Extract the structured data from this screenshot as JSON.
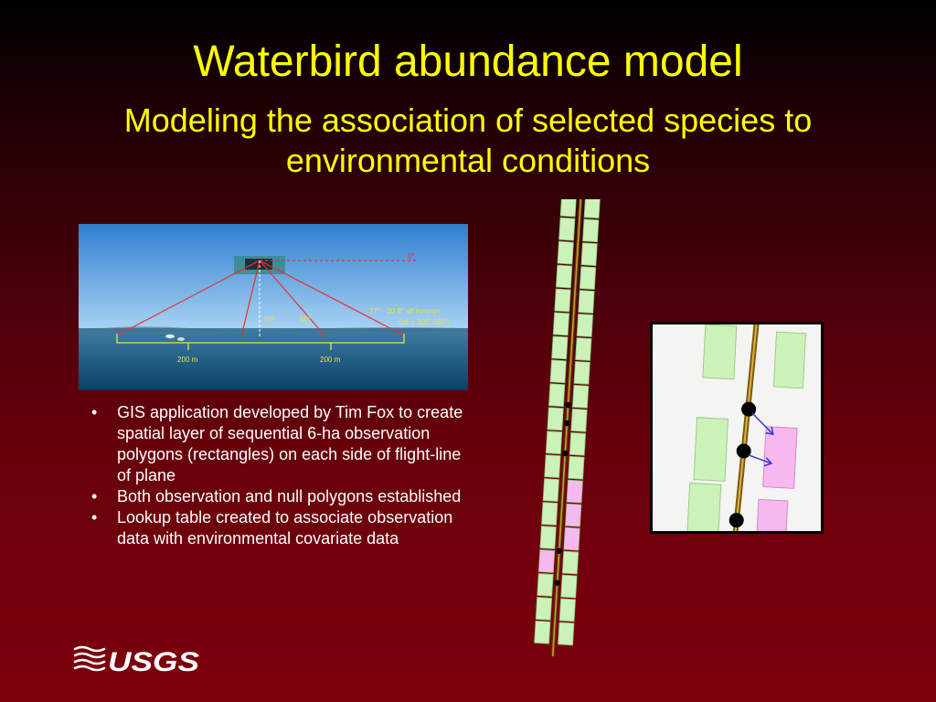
{
  "slide": {
    "title": "Waterbird abundance model",
    "subtitle": "Modeling the association of selected species to environmental conditions",
    "bullets": [
      "GIS application developed by Tim Fox to create spatial layer of sequential 6-ha observation polygons (rectangles) on each side of flight-line of plane",
      "Both observation and null polygons established",
      "Lookup table created to associate observation data with environmental covariate data"
    ]
  },
  "photo": {
    "label_0": "0°",
    "label_90": "90°",
    "label_60": "60°",
    "label_horizon_1": "17° - 20.9°  off horizon",
    "label_horizon_2": "(alt = 200'-250')",
    "label_left_dist": "200 m",
    "label_right_dist": "200 m"
  },
  "logo": {
    "text": "USGS"
  },
  "colors": {
    "title": "#ffff00",
    "observation_polygon": "#cbf3b8",
    "null_polygon": "#f7b8f0",
    "flight_line": "#c79a2a"
  },
  "icons": [
    "usgs-wave-icon"
  ]
}
